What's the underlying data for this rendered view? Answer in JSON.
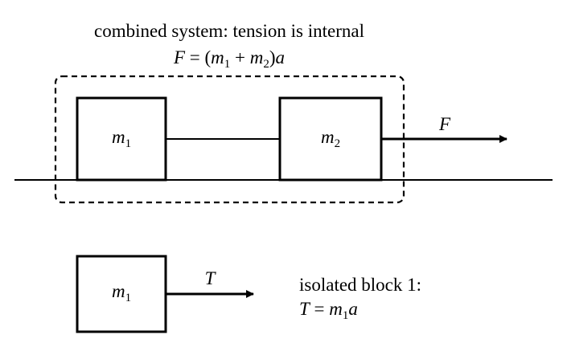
{
  "system_caption": "combined system: tension is internal",
  "system_equation": {
    "lhs": "F",
    "eq": " = (",
    "m1": "m",
    "m1_sub": "1",
    "plus": " + ",
    "m2": "m",
    "m2_sub": "2",
    "close": ")",
    "a": "a"
  },
  "block_m1": {
    "label": "m",
    "sub": "1"
  },
  "block_m2": {
    "label": "m",
    "sub": "2"
  },
  "force_label": "F",
  "isolated_block": {
    "label": "m",
    "sub": "1"
  },
  "tension_label": "T",
  "isolated_caption": "isolated block 1:",
  "isolated_equation": {
    "lhs": "T",
    "eq": " = ",
    "m": "m",
    "m_sub": "1",
    "a": "a"
  },
  "colors": {
    "ink": "#000000",
    "background": "#ffffff"
  }
}
